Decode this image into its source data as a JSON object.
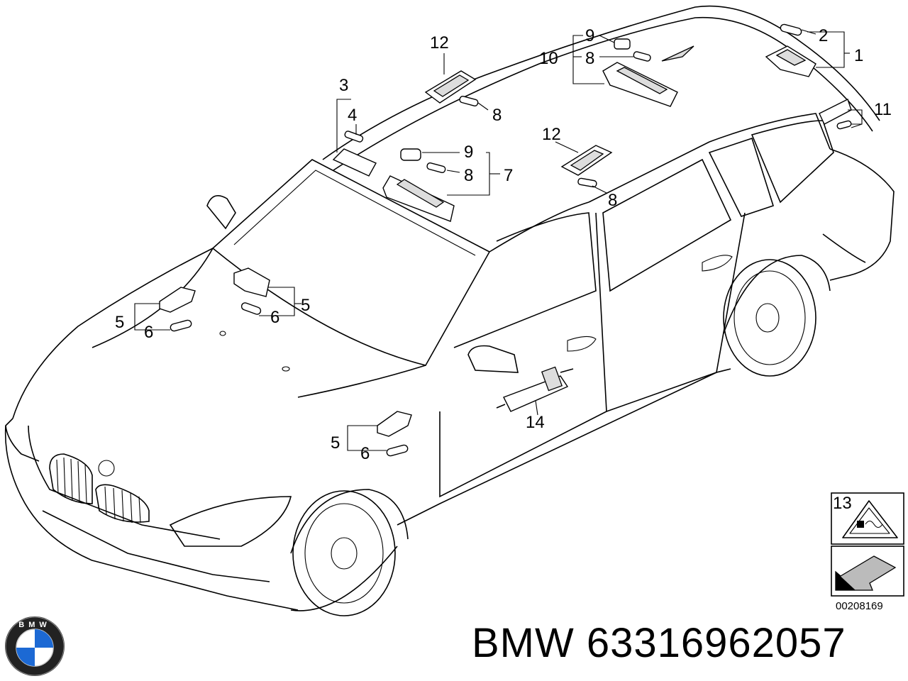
{
  "callouts": [
    {
      "id": "c-1",
      "text": "1"
    },
    {
      "id": "c-2",
      "text": "2"
    },
    {
      "id": "c-3",
      "text": "3"
    },
    {
      "id": "c-4",
      "text": "4"
    },
    {
      "id": "c-5a",
      "text": "5"
    },
    {
      "id": "c-5b",
      "text": "5"
    },
    {
      "id": "c-5c",
      "text": "5"
    },
    {
      "id": "c-6a",
      "text": "6"
    },
    {
      "id": "c-6b",
      "text": "6"
    },
    {
      "id": "c-6c",
      "text": "6"
    },
    {
      "id": "c-7",
      "text": "7"
    },
    {
      "id": "c-8a",
      "text": "8"
    },
    {
      "id": "c-8b",
      "text": "8"
    },
    {
      "id": "c-8c",
      "text": "8"
    },
    {
      "id": "c-8d",
      "text": "8"
    },
    {
      "id": "c-9a",
      "text": "9"
    },
    {
      "id": "c-9b",
      "text": "9"
    },
    {
      "id": "c-10",
      "text": "10"
    },
    {
      "id": "c-11",
      "text": "11"
    },
    {
      "id": "c-12a",
      "text": "12"
    },
    {
      "id": "c-12b",
      "text": "12"
    },
    {
      "id": "c-13",
      "text": "13"
    },
    {
      "id": "c-14",
      "text": "14"
    }
  ],
  "diagram_id": "00208169",
  "brand_line": "BMW 63316962057",
  "logo_text": "BMW",
  "colors": {
    "line": "#000000",
    "background": "#ffffff",
    "logo_blue": "#1c69d4"
  }
}
